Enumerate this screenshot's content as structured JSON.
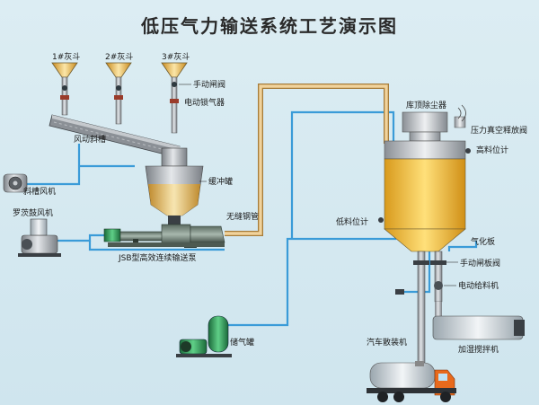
{
  "title": "低压气力输送系统工艺演示图",
  "labels": {
    "hopper1": "1#灰斗",
    "hopper2": "2#灰斗",
    "hopper3": "3#灰斗",
    "manual_gate_valve_top": "手动闸阀",
    "electric_lock_valve": "电动锁气器",
    "air_slide": "风动斜槽",
    "slide_fan": "斜槽风机",
    "buffer_tank": "缓冲罐",
    "roots_blower": "罗茨鼓风机",
    "seamless_pipe": "无缝钢管",
    "pump": "JSB型高效连续输送泵",
    "roof_dust_collector": "库顶除尘器",
    "pressure_vacuum_valve": "压力真空释放阀",
    "high_level_meter": "高料位计",
    "low_level_meter": "低料位计",
    "gasification_plate": "气化板",
    "manual_plate_valve": "手动闸板阀",
    "electric_feeder": "电动给料机",
    "gas_tank": "储气罐",
    "truck_loader": "汽车散装机",
    "humidifying_mixer": "加湿搅拌机"
  },
  "colors": {
    "pipe_air": "#3a9bd8",
    "pipe_material": "#e9c58a",
    "silo_material": "#f0c33a",
    "metal": "#9aa0a6"
  }
}
